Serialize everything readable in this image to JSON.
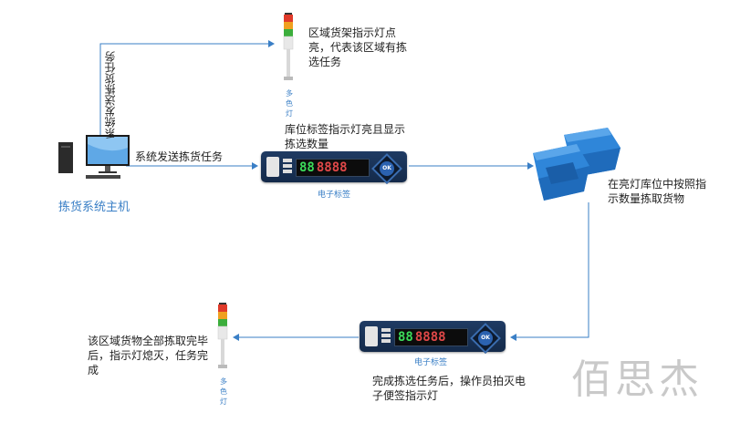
{
  "host": {
    "label": "拣货系统主机"
  },
  "edges": {
    "vertical": "系统发送拣货任务",
    "horizontal": "系统发送拣货任务"
  },
  "top_light": {
    "caption": "区域货架指示灯点亮，代表该区域有拣选任务",
    "tiny": [
      "多",
      "色",
      "灯"
    ]
  },
  "label1": {
    "caption": "库位标签指示灯亮且显示拣选数量",
    "name": "电子标签",
    "green_digits": "88",
    "red_digits": "8888",
    "ok_text": "OK"
  },
  "bins": {
    "caption": "在亮灯库位中按照指示数量拣取货物"
  },
  "label2": {
    "caption": "完成拣选任务后，操作员拍灭电子便签指示灯",
    "name": "电子标签",
    "green_digits": "88",
    "red_digits": "8888",
    "ok_text": "OK"
  },
  "bottom_light": {
    "caption": "该区域货物全部拣取完毕后，指示灯熄灭，任务完成",
    "tiny": [
      "多",
      "色",
      "灯"
    ]
  },
  "watermark": "佰思杰",
  "colors": {
    "line": "#3a7fc6",
    "device": "#1f3b63",
    "bin": "#2f86d9"
  }
}
